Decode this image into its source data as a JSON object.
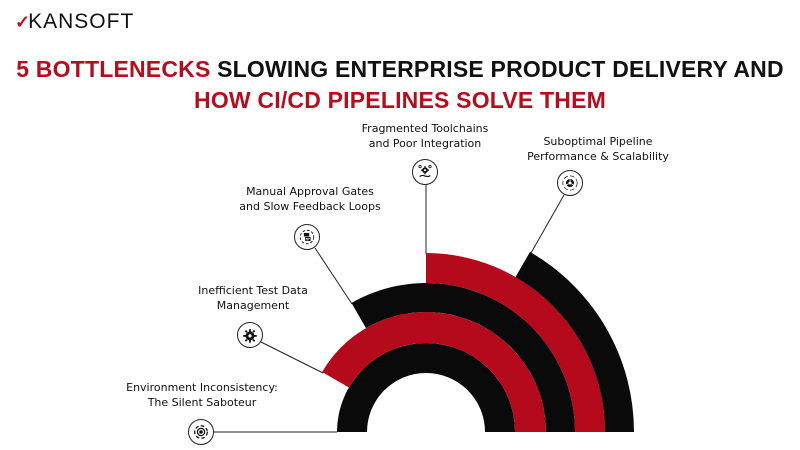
{
  "brand": {
    "logo_text": "KANSOFT",
    "logo_mark": "✓"
  },
  "title": {
    "line1_red": "5 BOTTLENECKS",
    "line1_black": " SLOWING ENTERPRISE PRODUCT DELIVERY AND",
    "line2_red": "HOW CI/CD PIPELINES SOLVE THEM"
  },
  "colors": {
    "accent_red": "#b5091c",
    "ring_black": "#0a0a0a"
  },
  "bottlenecks": [
    {
      "line1": "Environment Inconsistency:",
      "line2": "The Silent Saboteur",
      "icon": "target-icon",
      "ring_color": "black"
    },
    {
      "line1": "Inefficient Test Data",
      "line2": "Management",
      "icon": "gear-icon",
      "ring_color": "red"
    },
    {
      "line1": "Manual Approval Gates",
      "line2": "and Slow Feedback Loops",
      "icon": "chat-cycle-icon",
      "ring_color": "black"
    },
    {
      "line1": "Fragmented Toolchains",
      "line2": "and Poor Integration",
      "icon": "gear-hand-icon",
      "ring_color": "red"
    },
    {
      "line1": "Suboptimal Pipeline",
      "line2": "Performance & Scalability",
      "icon": "pipeline-speed-icon",
      "ring_color": "black"
    }
  ]
}
